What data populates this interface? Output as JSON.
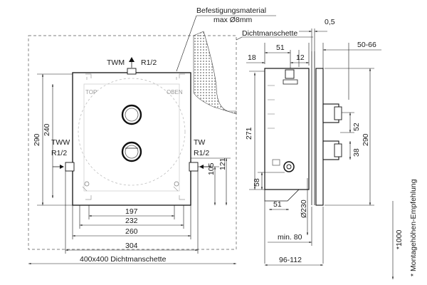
{
  "labels": {
    "befestigung": "Befestigungsmaterial",
    "max": "max Ø8mm",
    "dichtmanschette": "Dichtmanschette",
    "twm": "TWM",
    "twm_r": "R1/2",
    "tww": "TWW",
    "tww_r": "R1/2",
    "tw": "TW",
    "tw_r": "R1/2",
    "top": "TOP",
    "oben": "OBEN",
    "bottom_label": "400x400  Dichtmanschette",
    "montage": "* Montagehöhen-Empfehlung",
    "montage_val": "*1000"
  },
  "dimensions": {
    "d05": "0,5",
    "d18": "18",
    "d51a": "51",
    "d12": "12",
    "d5066": "50-66",
    "d290l": "290",
    "d240": "240",
    "d271": "271",
    "d290r": "290",
    "d52": "52",
    "d38": "38",
    "d105": "105",
    "d121": "121",
    "d58": "58",
    "d51b": "51",
    "d230": "Ø230",
    "d197": "197",
    "d232": "232",
    "d260": "260",
    "d304": "304",
    "dmin80": "min. 80",
    "d96112": "96-112"
  },
  "colors": {
    "line": "#1a1a1a",
    "hatch": "#7a7a7a",
    "faint": "#9a9a9a"
  }
}
